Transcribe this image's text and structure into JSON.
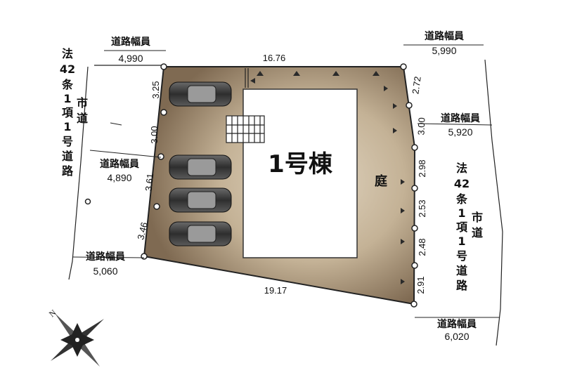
{
  "lot": {
    "top_length": "16.76",
    "bottom_length": "19.17",
    "left_segments": [
      "3.25",
      "3.00",
      "3.61",
      "3.46"
    ],
    "right_segments": [
      "2.72",
      "3.00",
      "2.98",
      "2.53",
      "2.48",
      "2.91"
    ]
  },
  "building": {
    "label": "1号棟"
  },
  "garden": {
    "label": "庭"
  },
  "roads": {
    "top_left": {
      "label": "道路幅員",
      "width": "4,990"
    },
    "mid_left": {
      "label": "道路幅員",
      "width": "4,890"
    },
    "bottom_left": {
      "label": "道路幅員",
      "width": "5,060"
    },
    "top_right": {
      "label": "道路幅員",
      "width": "5,990"
    },
    "mid_right": {
      "label": "道路幅員",
      "width": "5,920"
    },
    "bottom_right": {
      "label": "道路幅員",
      "width": "6,020"
    }
  },
  "left_road_law": {
    "col1": [
      "法",
      "42",
      "条",
      "1",
      "項",
      "1",
      "号",
      "道",
      "路"
    ],
    "city": [
      "市",
      "道"
    ]
  },
  "right_road_law": {
    "col1": [
      "法",
      "42",
      "条",
      "1",
      "項",
      "1",
      "号",
      "道",
      "路"
    ],
    "city": [
      "市",
      "道"
    ]
  },
  "compass": {
    "label": "N"
  },
  "colors": {
    "lot_fill": "#8f7a62",
    "lot_center": "#d8cbb6",
    "building_fill": "#ffffff",
    "car_body": "#3a3a3a"
  }
}
